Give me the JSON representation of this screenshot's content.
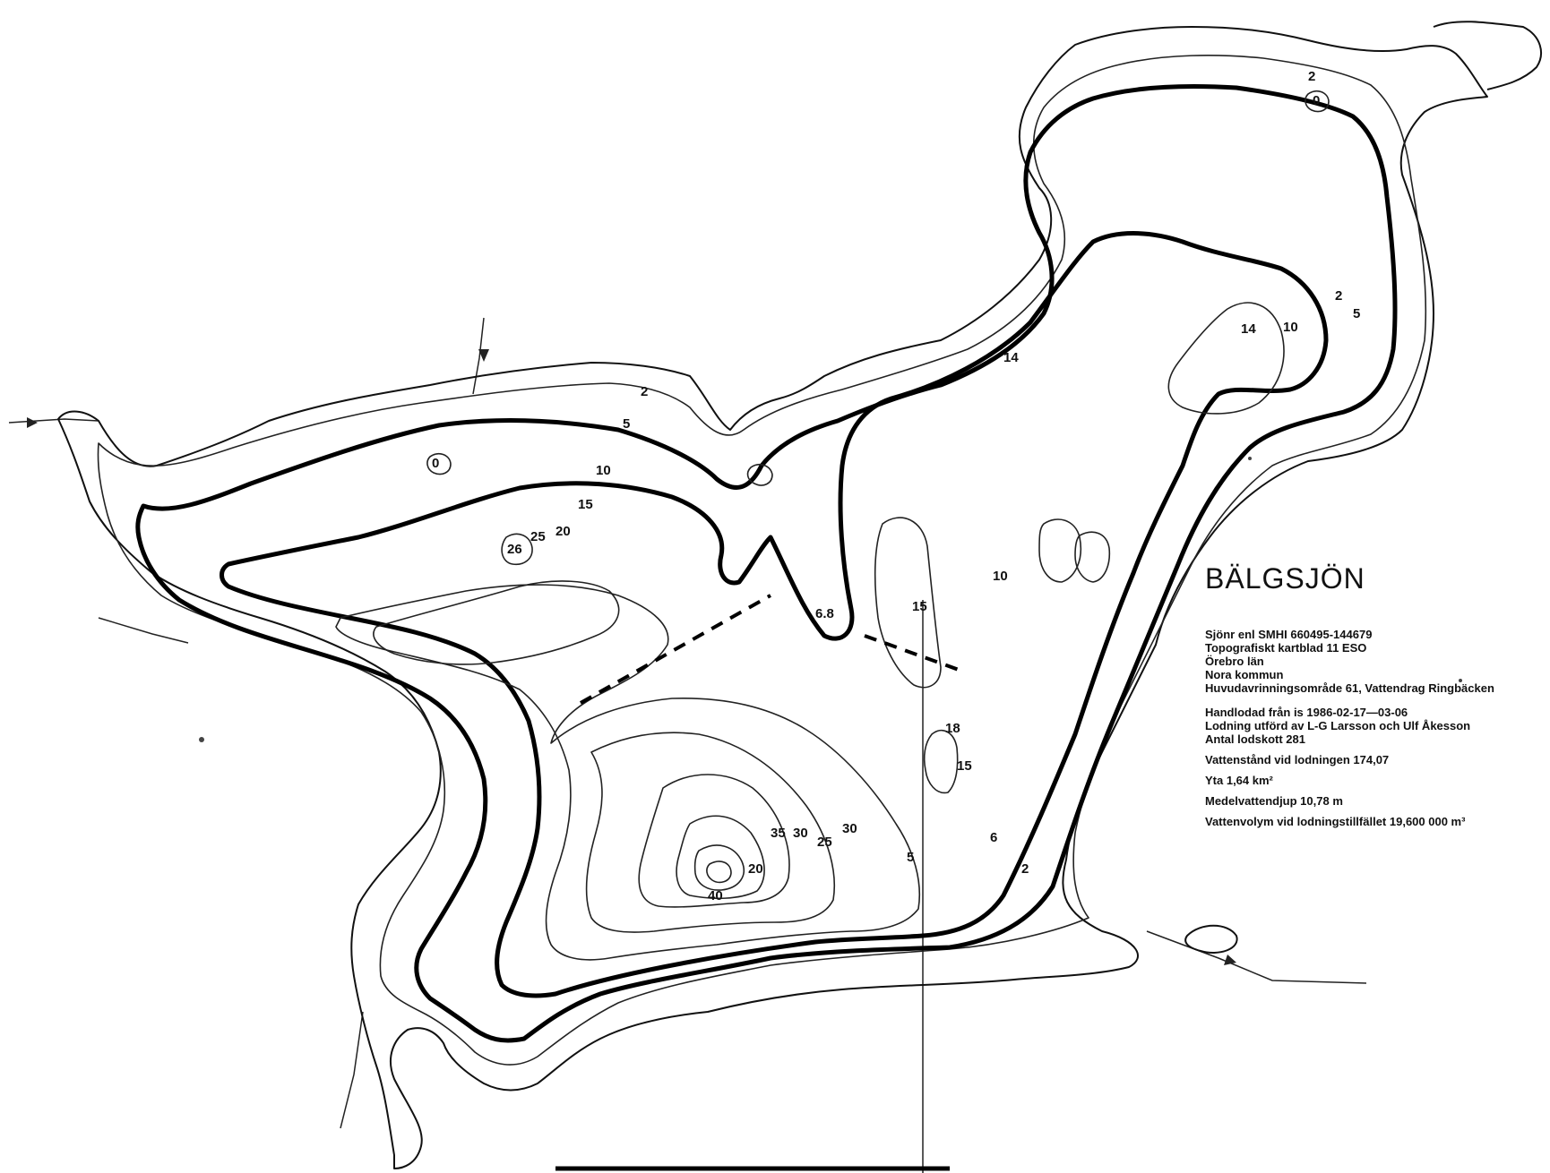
{
  "map": {
    "lake_name": "BÄLGSJÖN",
    "info_lines": [
      {
        "text": "Sjönr enl SMHI 660495-144679",
        "strike": false
      },
      {
        "text": "Topografiskt kartblad 11 ESO",
        "strike": false
      },
      {
        "text": "Örebro län",
        "strike": false
      },
      {
        "text": "Nora kommun",
        "strike": false
      },
      {
        "text": "Huvudavrinningsområde 61, Vattendrag Ringbäcken",
        "strike": false
      },
      {
        "text": "",
        "strike": false
      },
      {
        "text": "Handlodad från is 1986-02-17—03-06",
        "strike": false
      },
      {
        "text": "Lodning utförd av L-G Larsson och Ulf Åkesson",
        "strike": false
      },
      {
        "text": "Antal lodskott 281",
        "strike": false
      },
      {
        "text": "Vattenstånd vid lodningen 174,07",
        "strike": false
      },
      {
        "text": "Yta 1,64 km²",
        "strike": false
      },
      {
        "text": "Medelvattendjup 10,78 m",
        "strike": false
      },
      {
        "text": "Vattenvolym vid lodningstillfället 19,600 000 m³",
        "strike": false
      }
    ],
    "depth_labels": [
      "2",
      "5",
      "10",
      "15",
      "20",
      "25",
      "26",
      "14",
      "14",
      "10",
      "2",
      "6.8",
      "15",
      "10",
      "15",
      "18",
      "20",
      "25",
      "30",
      "35",
      "30",
      "40",
      "2",
      "5",
      "6",
      "0",
      "0",
      "2",
      "5"
    ]
  }
}
